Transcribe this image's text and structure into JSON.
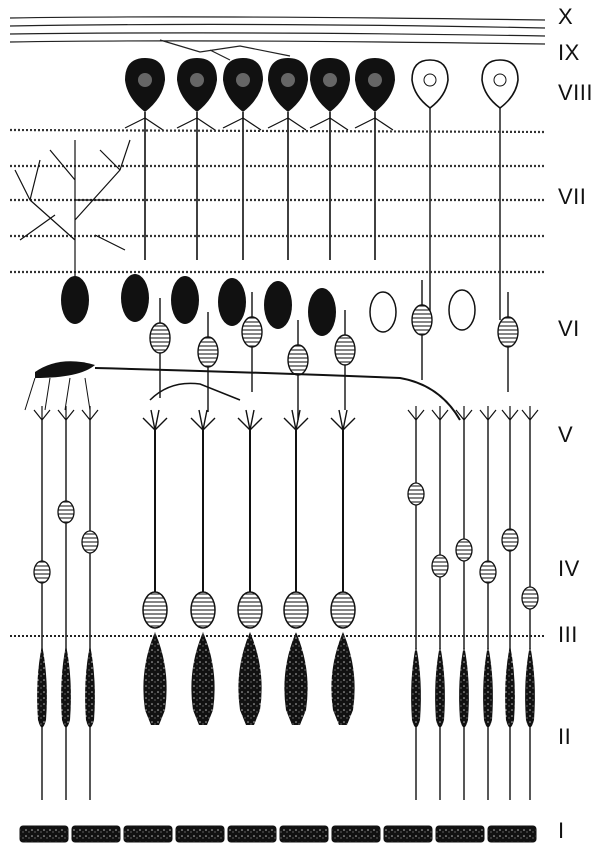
{
  "figure": {
    "layers": [
      {
        "id": "X",
        "label": "X"
      },
      {
        "id": "IX",
        "label": "IX"
      },
      {
        "id": "VIII",
        "label": "VIII"
      },
      {
        "id": "VII",
        "label": "VII"
      },
      {
        "id": "VI",
        "label": "VI"
      },
      {
        "id": "V",
        "label": "V"
      },
      {
        "id": "IV",
        "label": "IV"
      },
      {
        "id": "III",
        "label": "III"
      },
      {
        "id": "II",
        "label": "II"
      },
      {
        "id": "I",
        "label": "I"
      }
    ],
    "colors": {
      "ink": "#111111",
      "paper": "#ffffff",
      "hatch": "#555555"
    }
  }
}
